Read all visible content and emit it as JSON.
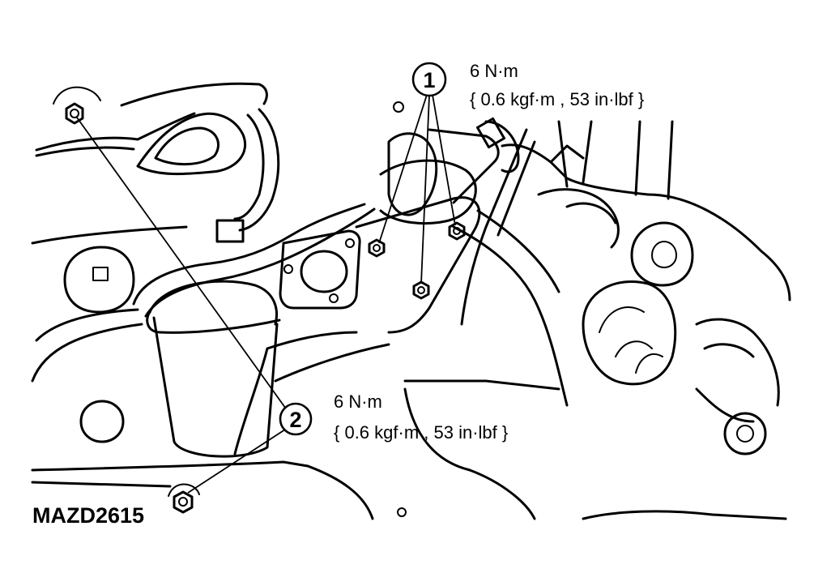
{
  "callouts": [
    {
      "number": "1",
      "torque_nm": "6 N·m",
      "torque_alt": "{ 0.6 kgf·m , 53 in·lbf }"
    },
    {
      "number": "2",
      "torque_nm": "6 N·m",
      "torque_alt": "{ 0.6 kgf·m , 53 in·lbf }"
    }
  ],
  "figure_code": "MAZD2615"
}
